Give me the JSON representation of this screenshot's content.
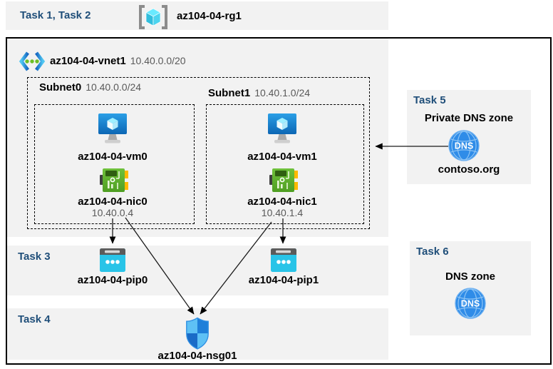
{
  "colors": {
    "task_accent": "#1F4E79",
    "panel_gray": "#F2F2F2",
    "muted_text": "#595959",
    "line_black": "#000000",
    "azure_blue": "#1080D4",
    "cyan": "#29C4E8",
    "nic_green": "#5CB431",
    "dns_blue": "#2F8CE8"
  },
  "header": {
    "tasks_label": "Task 1, Task 2",
    "resource_group": "az104-04-rg1"
  },
  "vnet": {
    "name": "az104-04-vnet1",
    "cidr": "10.40.0.0/20"
  },
  "subnets": [
    {
      "name": "Subnet0",
      "cidr": "10.40.0.0/24",
      "vm": "az104-04-vm0",
      "nic": "az104-04-nic0",
      "ip": "10.40.0.4"
    },
    {
      "name": "Subnet1",
      "cidr": "10.40.1.0/24",
      "vm": "az104-04-vm1",
      "nic": "az104-04-nic1",
      "ip": "10.40.1.4"
    }
  ],
  "task3": {
    "label": "Task 3",
    "pip0": "az104-04-pip0",
    "pip1": "az104-04-pip1"
  },
  "task4": {
    "label": "Task 4",
    "nsg": "az104-04-nsg01"
  },
  "task5": {
    "label": "Task 5",
    "title": "Private DNS zone",
    "zone": "contoso.org",
    "icon_text": "DNS"
  },
  "task6": {
    "label": "Task 6",
    "title": "DNS zone",
    "icon_text": "DNS"
  }
}
